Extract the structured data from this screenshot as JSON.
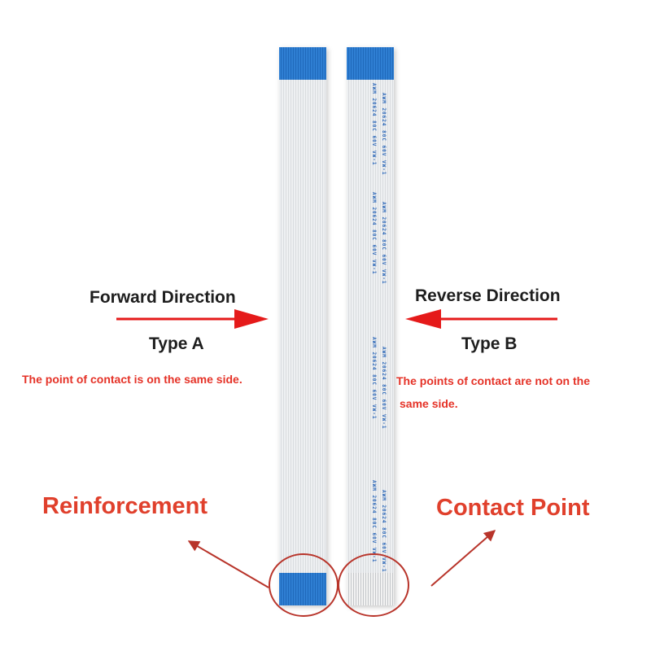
{
  "forward": {
    "label": "Forward Direction",
    "type": "Type A",
    "note": "The point of contact is on the same side."
  },
  "reverse": {
    "label": "Reverse Direction",
    "type": "Type B",
    "note_line1": "The points of contact are not on the",
    "note_line2": "same side."
  },
  "callouts": {
    "reinforcement": "Reinforcement",
    "contact_point": "Contact Point"
  },
  "cable_print": "AWM 20624 80C 60V VW-1",
  "colors": {
    "arrow_red": "#e51a1a",
    "note_red": "#e53227",
    "callout_red": "#e0402c",
    "circle_red": "#b8342a",
    "stiffener_blue": "#2f7fd3"
  }
}
